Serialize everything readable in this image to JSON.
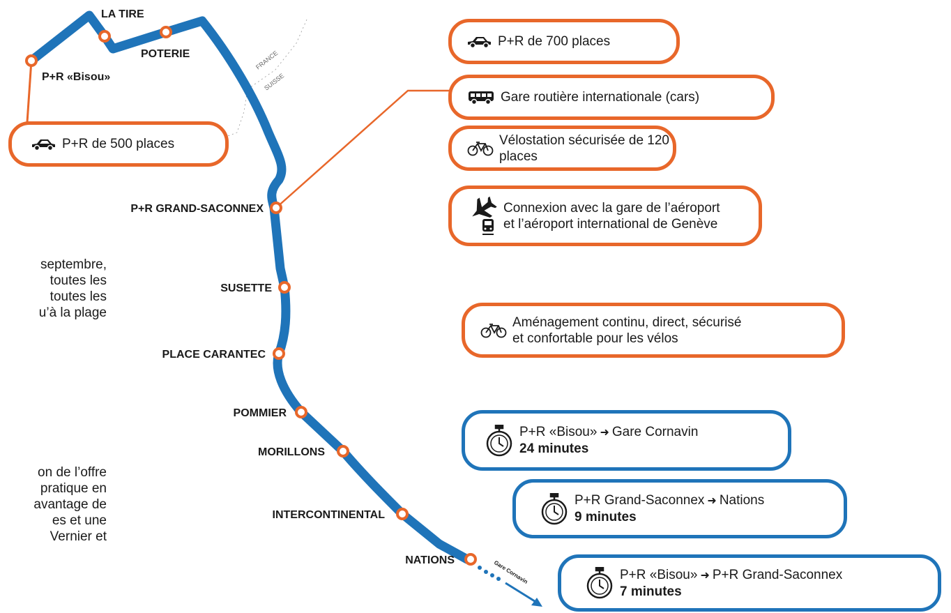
{
  "colors": {
    "line": "#1f74b9",
    "accent": "#e8672a",
    "text": "#1a1a1a",
    "border": "#888888"
  },
  "stops": {
    "la_tire": "LA TIRE",
    "poterie": "POTERIE",
    "bisou": "P+R «Bisou»",
    "grand_saconnex": "P+R GRAND-SACONNEX",
    "susette": "SUSETTE",
    "place_carantec": "PLACE CARANTEC",
    "pommier": "POMMIER",
    "morillons": "MORILLONS",
    "intercontinental": "INTERCONTINENTAL",
    "nations": "NATIONS"
  },
  "border_labels": {
    "france": "FRANCE",
    "suisse": "SUISSE"
  },
  "gare_label": "Gare Cornavin",
  "info_boxes": {
    "pr500": {
      "icon": "car-icon",
      "text": "P+R de 500 places"
    },
    "pr700": {
      "icon": "car-icon",
      "text": "P+R de 700 places"
    },
    "gare_routiere": {
      "icon": "bus-icon",
      "text": "Gare routière internationale (cars)"
    },
    "velostation": {
      "icon": "bike-icon",
      "text": "Vélostation sécurisée de 120 places"
    },
    "aeroport": {
      "icon": "plane-train-icon",
      "line1": "Connexion avec la gare de l’aéroport",
      "line2": "et l’aéroport international de Genève"
    },
    "amenagement": {
      "icon": "bike-icon",
      "line1": "Aménagement continu, direct, sécurisé",
      "line2": "et confortable pour les vélos"
    }
  },
  "travel_times": [
    {
      "icon": "stopwatch-icon",
      "from": "P+R «Bisou»",
      "to": "Gare Cornavin",
      "time": "24 minutes"
    },
    {
      "icon": "stopwatch-icon",
      "from": "P+R Grand-Saconnex",
      "to": "Nations",
      "time": "9 minutes"
    },
    {
      "icon": "stopwatch-icon",
      "from": "P+R «Bisou»",
      "to": "P+R Grand-Saconnex",
      "time": "7 minutes"
    }
  ],
  "paragraph_1": [
    "septembre,",
    "toutes les",
    "toutes les",
    "u’à la plage"
  ],
  "paragraph_2": [
    "on de l’offre",
    "pratique en",
    "avantage de",
    "es et une",
    "Vernier et"
  ]
}
